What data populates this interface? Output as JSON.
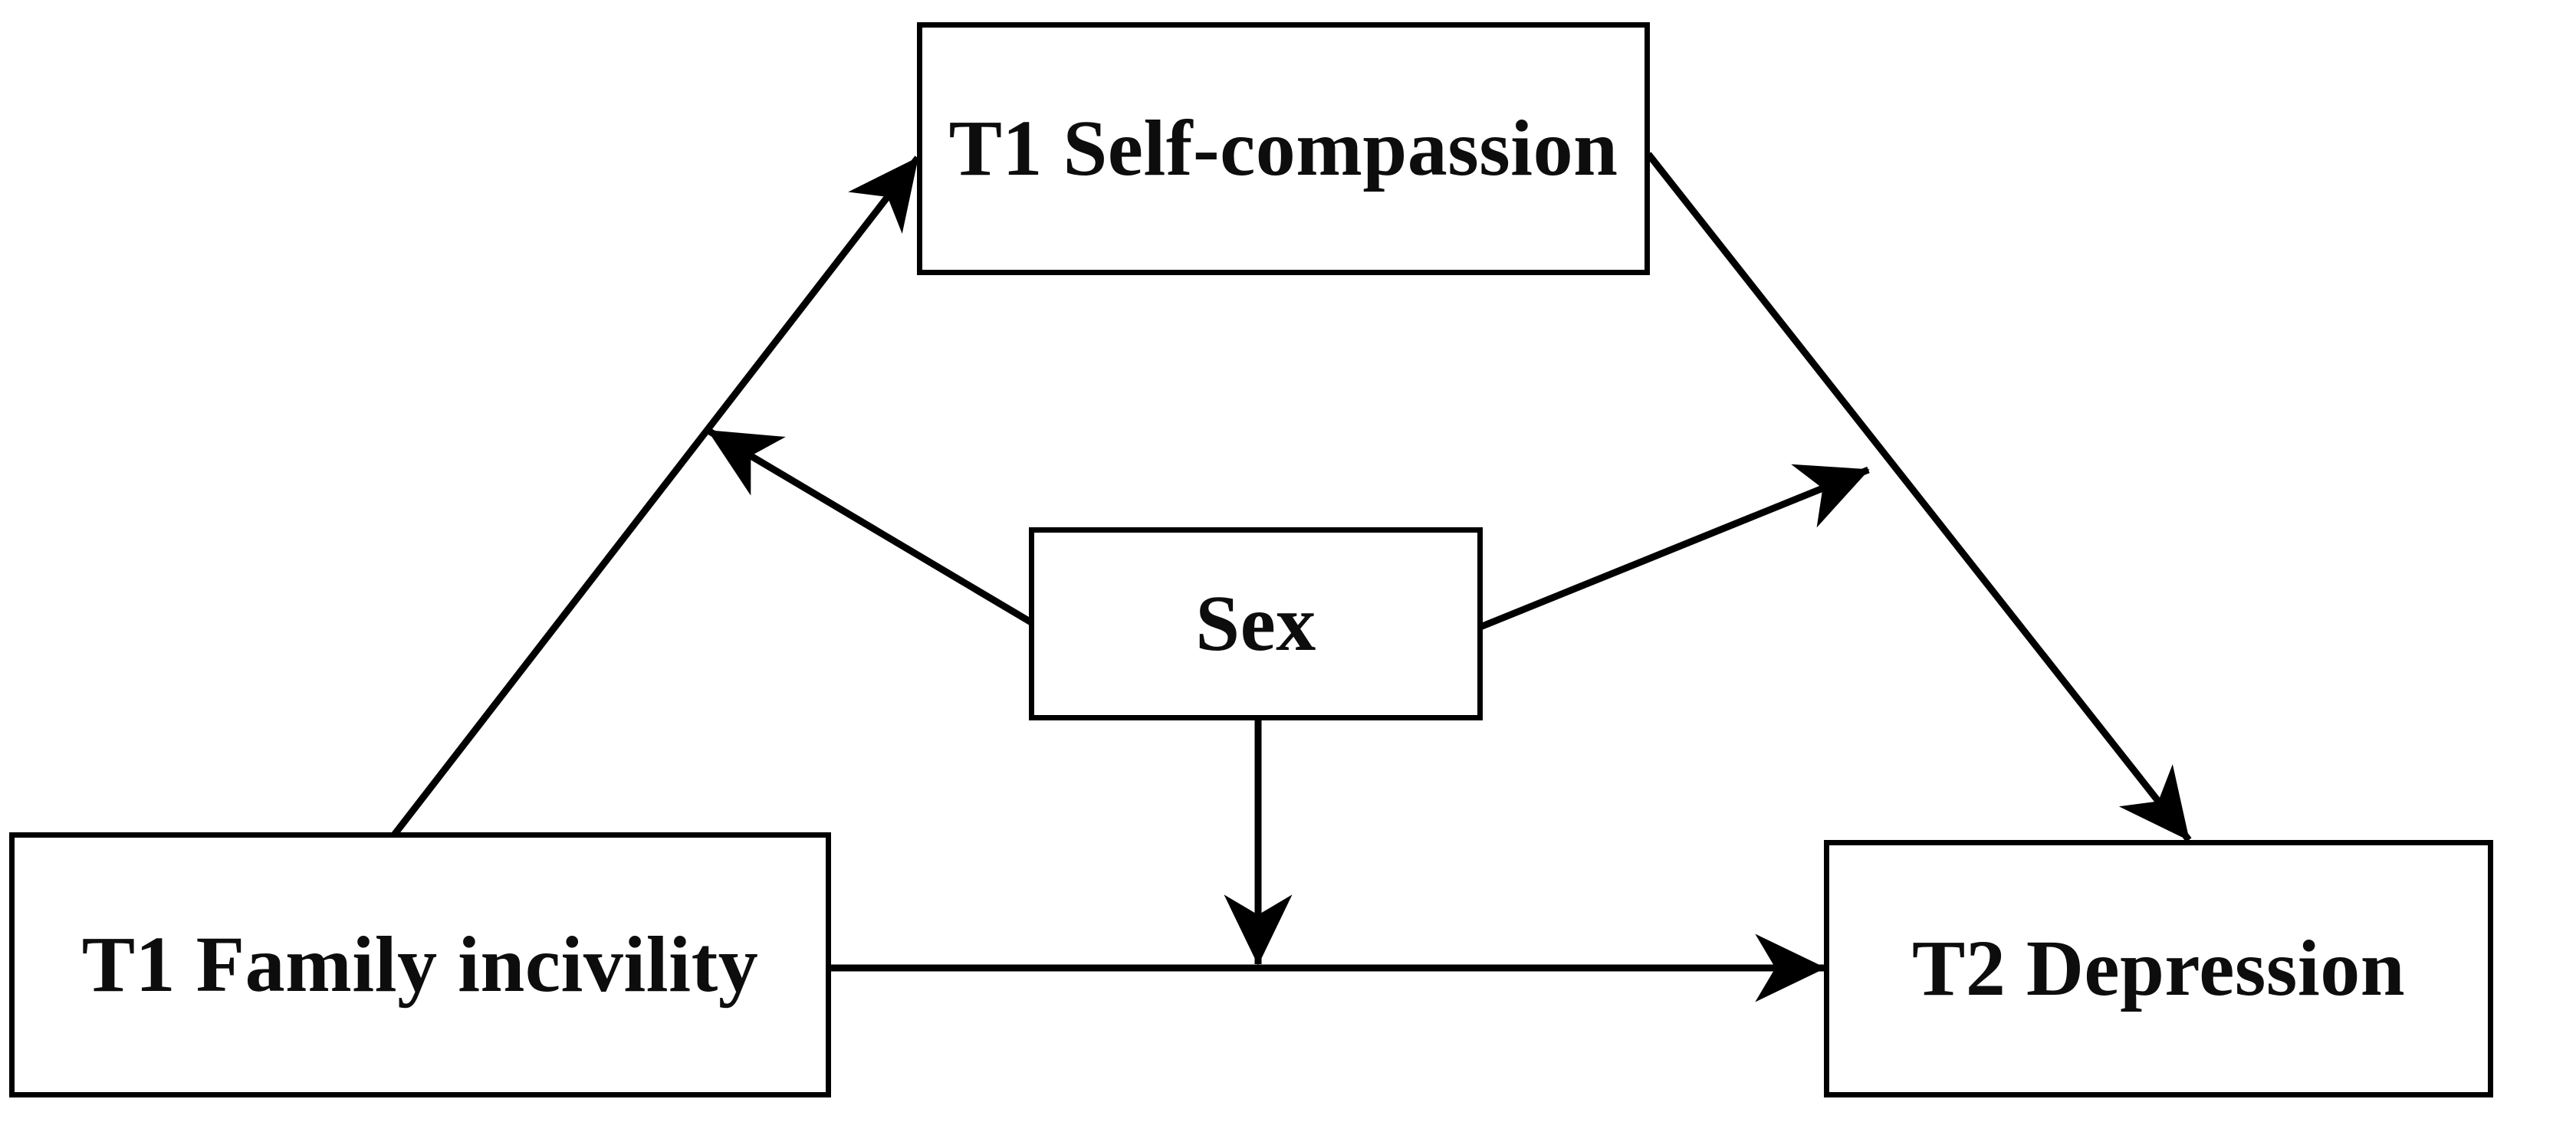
{
  "figure": {
    "type": "path-diagram",
    "description": "Moderated mediation model",
    "background_color": "#ffffff",
    "line_color": "#000000",
    "text_color": "#0d0d0d"
  },
  "nodes": {
    "self_compassion": {
      "label": "T1 Self-compassion",
      "shape": "rectangle"
    },
    "family_incivility": {
      "label": "T1 Family incivility",
      "shape": "rectangle"
    },
    "depression": {
      "label": "T2 Depression",
      "shape": "rectangle"
    },
    "sex": {
      "label": "Sex",
      "shape": "rectangle"
    }
  },
  "edges": [
    {
      "name": "incivility-to-self-compassion",
      "from": "family_incivility",
      "to": "self_compassion",
      "style": "solid",
      "arrowhead": "single"
    },
    {
      "name": "self-compassion-to-depression",
      "from": "self_compassion",
      "to": "depression",
      "style": "solid",
      "arrowhead": "single"
    },
    {
      "name": "incivility-to-depression",
      "from": "family_incivility",
      "to": "depression",
      "style": "solid",
      "arrowhead": "single"
    },
    {
      "name": "sex-moderates-incivility-to-self-compassion",
      "from": "sex",
      "to": "incivility-to-self-compassion",
      "style": "solid",
      "arrowhead": "single"
    },
    {
      "name": "sex-moderates-self-compassion-to-depression",
      "from": "sex",
      "to": "self-compassion-to-depression",
      "style": "solid",
      "arrowhead": "single"
    },
    {
      "name": "sex-moderates-incivility-to-depression",
      "from": "sex",
      "to": "incivility-to-depression",
      "style": "solid",
      "arrowhead": "single"
    }
  ]
}
